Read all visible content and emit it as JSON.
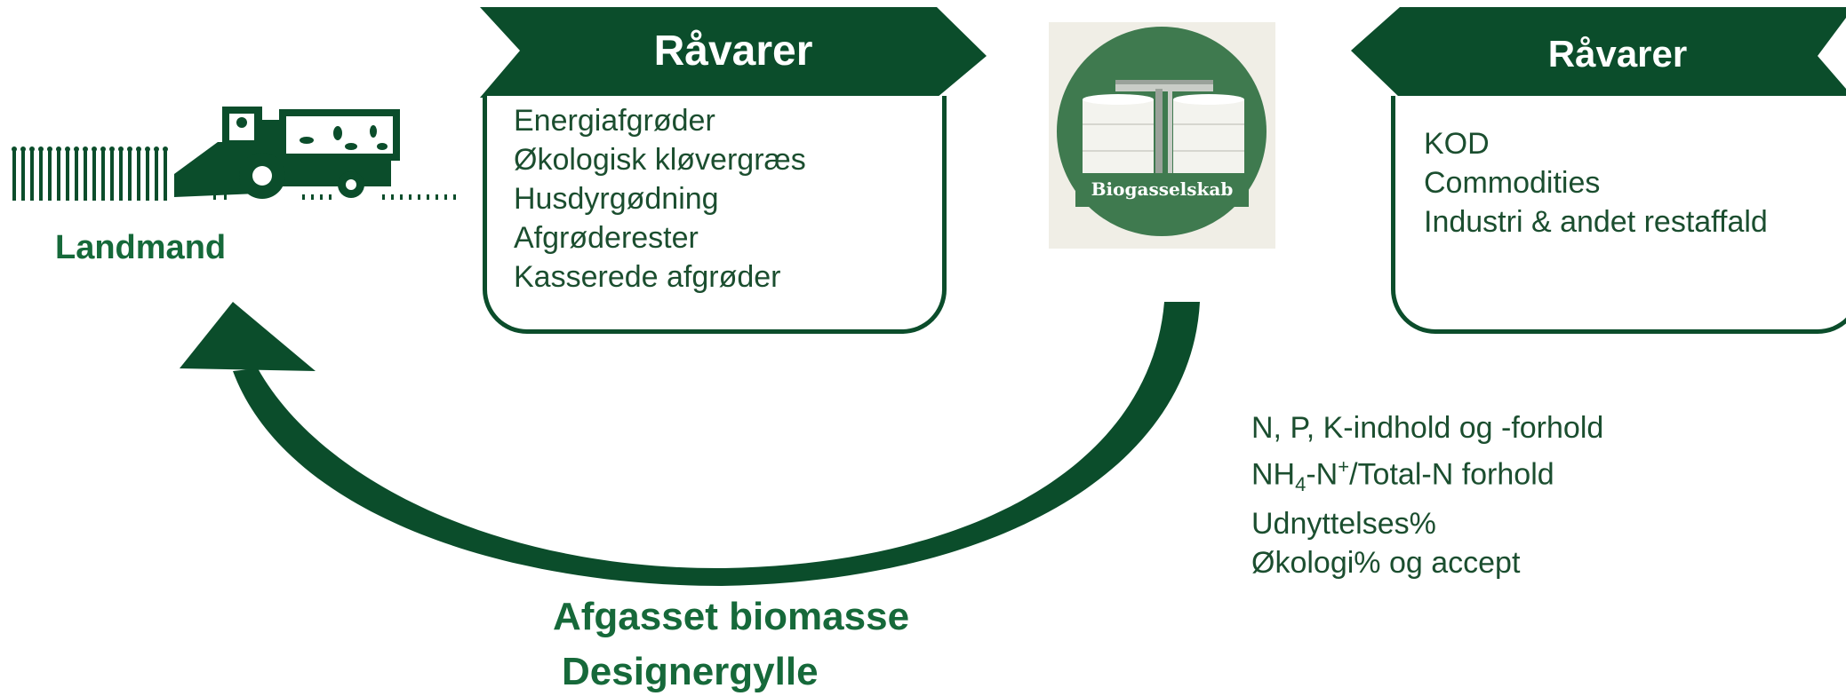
{
  "farmer": {
    "label": "Landmand"
  },
  "left_panel": {
    "title": "Råvarer",
    "items": [
      "Energiafgrøder",
      "Økologisk kløvergræs",
      "Husdyrgødning",
      "Afgrøderester",
      "Kasserede afgrøder"
    ]
  },
  "logo": {
    "label": "Biogasselskab"
  },
  "right_panel": {
    "title": "Råvarer",
    "items": [
      "KOD",
      "Commodities",
      "Industri & andet restaffald"
    ]
  },
  "properties": {
    "line1": "N, P, K-indhold og -forhold",
    "line2_prefix": "NH",
    "line2_sub": "4",
    "line2_mid": "-N",
    "line2_sup": "+",
    "line2_suffix": "/Total-N forhold",
    "line3": "Udnyttelses%",
    "line4": "Økologi% og accept"
  },
  "output": {
    "line1": "Afgasset biomasse",
    "line2": "Designergylle"
  },
  "colors": {
    "dark_green": "#0b4d2b",
    "mid_green": "#16693a",
    "logo_green": "#3f7a4f",
    "logo_bg": "#f0eee6"
  }
}
